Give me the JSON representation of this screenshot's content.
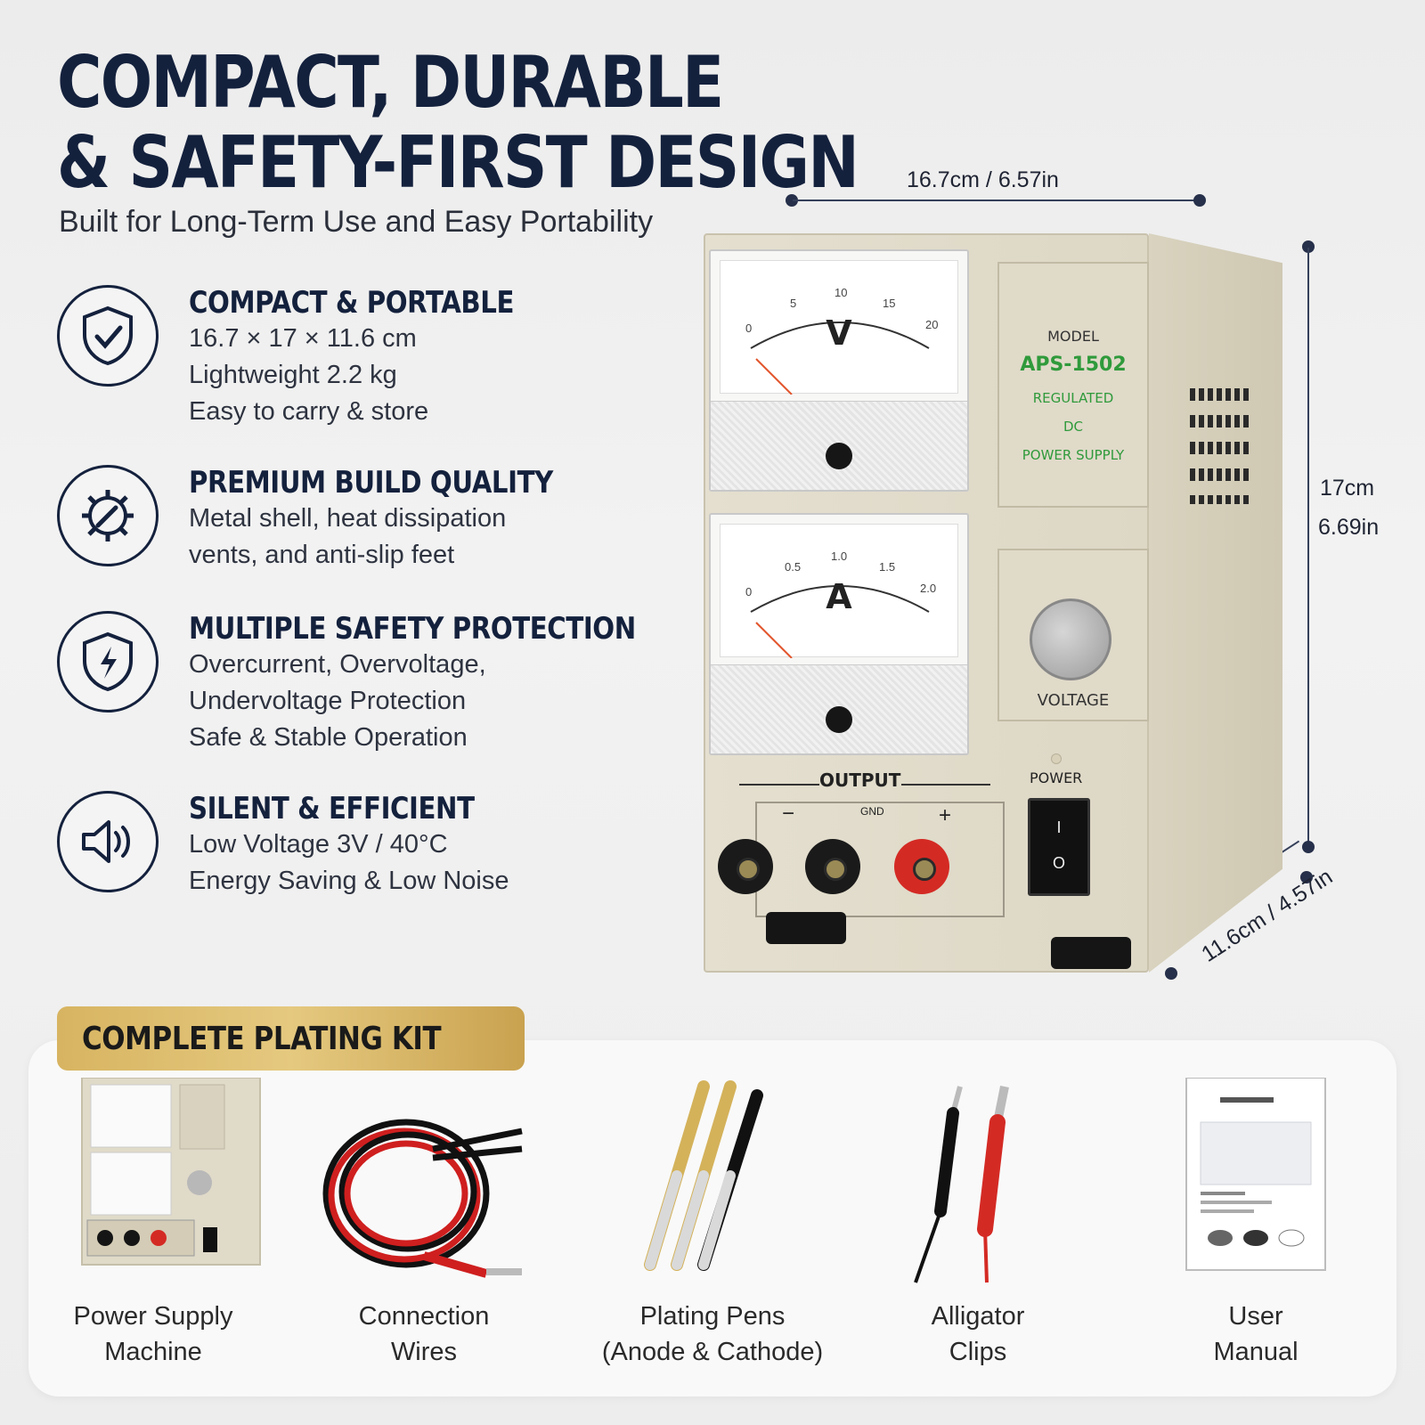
{
  "header": {
    "headline_line1": "COMPACT, DURABLE",
    "headline_line2": "& SAFETY-FIRST DESIGN",
    "subhead": "Built for Long-Term Use and Easy Portability"
  },
  "features": [
    {
      "icon": "shield-check-icon",
      "title": "COMPACT & PORTABLE",
      "lines": [
        "16.7 × 17 × 11.6 cm",
        "Lightweight 2.2 kg",
        "Easy to carry & store"
      ]
    },
    {
      "icon": "gear-wrench-icon",
      "title": "PREMIUM BUILD QUALITY",
      "lines": [
        "Metal shell, heat dissipation",
        "vents, and anti-slip feet"
      ]
    },
    {
      "icon": "shield-bolt-icon",
      "title": "MULTIPLE SAFETY PROTECTION",
      "lines": [
        "Overcurrent, Overvoltage,",
        "Undervoltage Protection",
        "Safe & Stable Operation"
      ]
    },
    {
      "icon": "speaker-icon",
      "title": "SILENT & EFFICIENT",
      "lines": [
        "Low Voltage 3V / 40°C",
        "Energy Saving & Low Noise"
      ]
    }
  ],
  "dimensions": {
    "width": "16.7cm / 6.57in",
    "height_cm": "17cm",
    "height_in": "6.69in",
    "depth": "11.6cm / 4.57in"
  },
  "device": {
    "volt_meter_letter": "V",
    "volt_scale": [
      "0",
      "5",
      "10",
      "15",
      "20"
    ],
    "amp_meter_letter": "A",
    "amp_scale": [
      "0",
      "0.5",
      "1.0",
      "1.5",
      "2.0"
    ],
    "model_label": "MODEL",
    "model_number": "APS-1502",
    "panel_line1": "REGULATED",
    "panel_line2": "DC",
    "panel_line3": "POWER SUPPLY",
    "voltage_label": "VOLTAGE",
    "output_label": "OUTPUT",
    "gnd_label": "GND",
    "minus_label": "−",
    "plus_label": "+",
    "power_label": "POWER",
    "switch_on": "I",
    "switch_off": "O"
  },
  "kit": {
    "badge": "COMPLETE PLATING KIT",
    "items": [
      {
        "icon": "power-supply-icon",
        "line1": "Power Supply",
        "line2": "Machine"
      },
      {
        "icon": "wires-icon",
        "line1": "Connection",
        "line2": "Wires"
      },
      {
        "icon": "plating-pens-icon",
        "line1": "Plating Pens",
        "line2": "(Anode & Cathode)"
      },
      {
        "icon": "alligator-clips-icon",
        "line1": "Alligator",
        "line2": "Clips"
      },
      {
        "icon": "manual-icon",
        "line1": "User",
        "line2": "Manual"
      }
    ]
  },
  "colors": {
    "navy": "#14213d",
    "gold": "#d7b461",
    "device_body": "#e0dac9",
    "model_green": "#2f9a3b"
  }
}
